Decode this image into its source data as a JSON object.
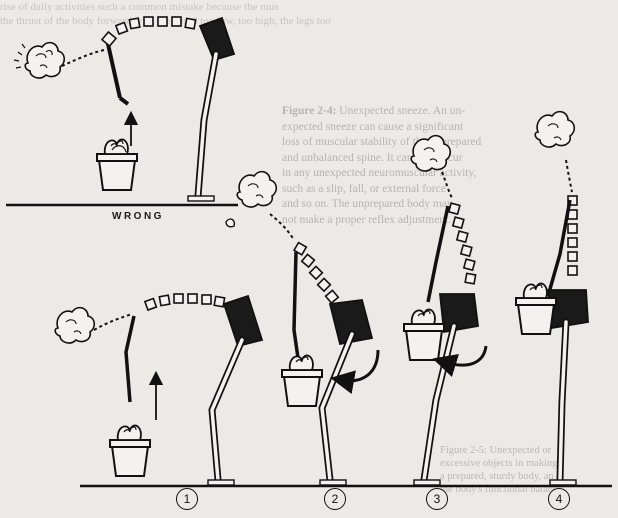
{
  "page": {
    "top_ghost_lines": [
      "rise of daily activities such a common mistake because the mus",
      "the thrust of the body forward with the heard too low, too high, the legs too"
    ],
    "caption": {
      "figure_label": "Figure 2-4:",
      "title": "Unexpected sneeze.",
      "lines": [
        "An un-",
        "expected sneeze can cause a significant",
        "loss of muscular stability of the unprepared",
        "and unbalanced spine. It can also occur",
        "in any unexpected neuromuscular activity,",
        "such as a slip, fall, or external force",
        "and so on. The unprepared body may",
        "not make a proper reflex adjustment."
      ]
    },
    "wrong_label": "WRONG",
    "steps": [
      "1",
      "2",
      "3",
      "4"
    ],
    "bottom_ghost_lines": [
      "Figure 2-5: Unexpected or",
      "excessive objects in making",
      "a prepared, sturdy body, an",
      "the body's functional balance"
    ]
  },
  "colors": {
    "ink": "#111111",
    "paper": "#eceae6",
    "ghost": "#8a8884"
  },
  "icons": [
    "arrow-up-icon",
    "curved-arrow-icon",
    "flower-pot-icon",
    "sneeze-head-icon"
  ]
}
